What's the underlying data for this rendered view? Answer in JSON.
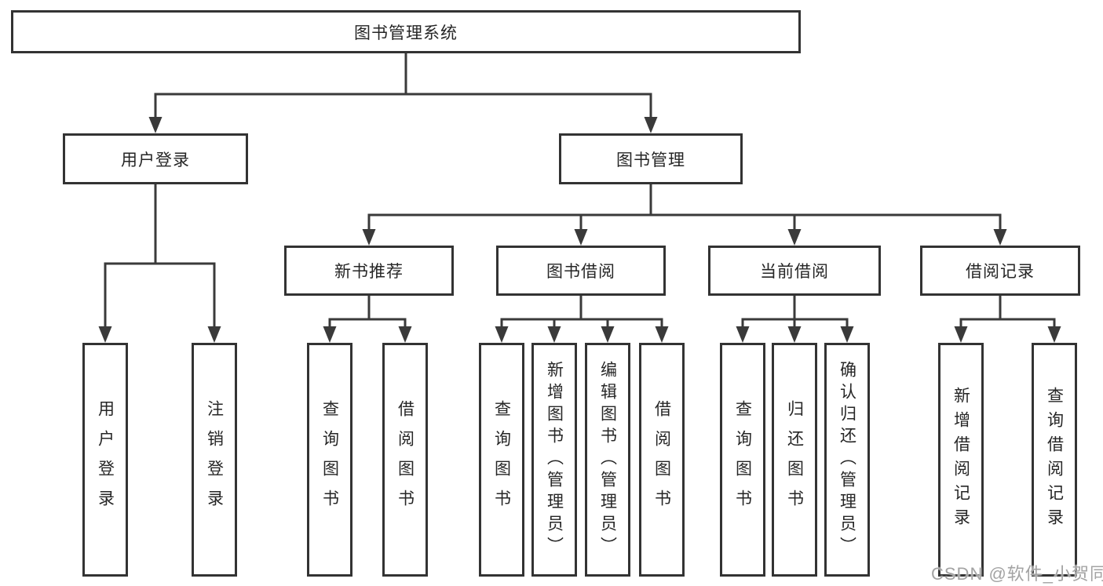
{
  "root": {
    "label": "图书管理系统"
  },
  "branches": {
    "user_login": {
      "label": "用户登录",
      "children": [
        {
          "label": "用户登录"
        },
        {
          "label": "注销登录"
        }
      ]
    },
    "book_mgmt": {
      "label": "图书管理",
      "sections": [
        {
          "label": "新书推荐",
          "children": [
            {
              "label": "查询图书"
            },
            {
              "label": "借阅图书"
            }
          ]
        },
        {
          "label": "图书借阅",
          "children": [
            {
              "label": "查询图书"
            },
            {
              "label": "新增图书（管理员）"
            },
            {
              "label": "编辑图书（管理员）"
            },
            {
              "label": "借阅图书"
            }
          ]
        },
        {
          "label": "当前借阅",
          "children": [
            {
              "label": "查询图书"
            },
            {
              "label": "归还图书"
            },
            {
              "label": "确认归还（管理员）"
            }
          ]
        },
        {
          "label": "借阅记录",
          "children": [
            {
              "label": "新增借阅记录"
            },
            {
              "label": "查询借阅记录"
            }
          ]
        }
      ]
    }
  },
  "watermark": "CSDN @软件_小贺同学",
  "colors": {
    "line": "#3a3a3a",
    "box_border": "#333333",
    "text": "#262626",
    "watermark": "#a3a3a3",
    "background": "#ffffff"
  }
}
